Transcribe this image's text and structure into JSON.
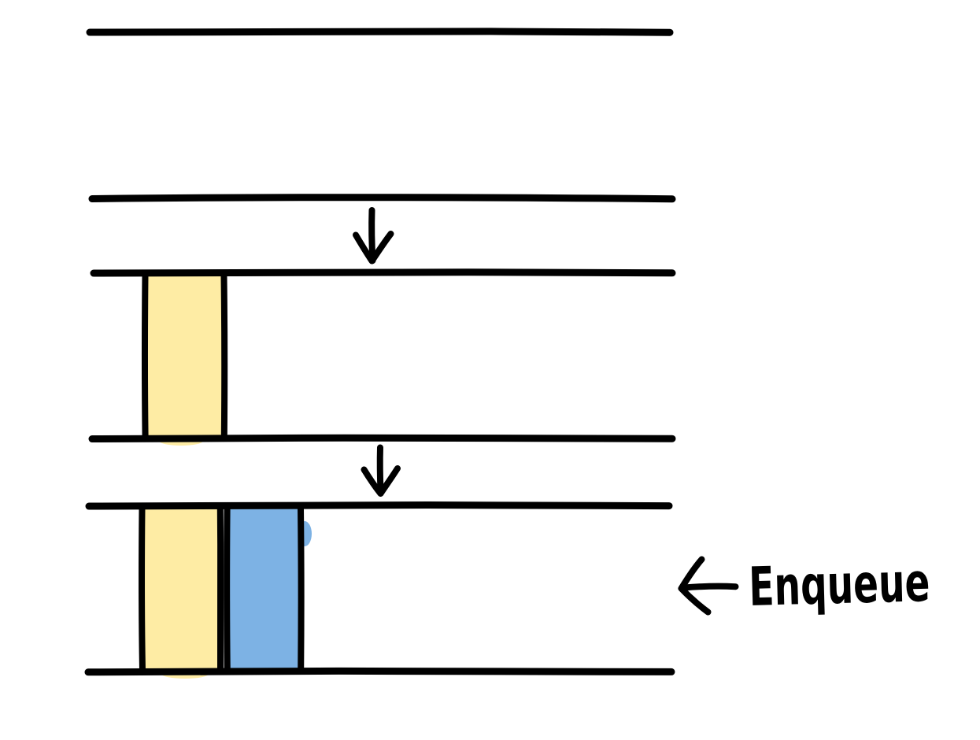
{
  "diagram": {
    "enqueue_label": "Enqueue",
    "colors": {
      "stroke": "#000000",
      "background": "#FFFFFF",
      "cell_yellow": "#FEECA4",
      "cell_blue": "#7DB2E4"
    },
    "queue_states": [
      {
        "cells": []
      },
      {
        "cells": [
          "cell_yellow"
        ]
      },
      {
        "cells": [
          "cell_yellow",
          "cell_blue"
        ]
      }
    ]
  }
}
